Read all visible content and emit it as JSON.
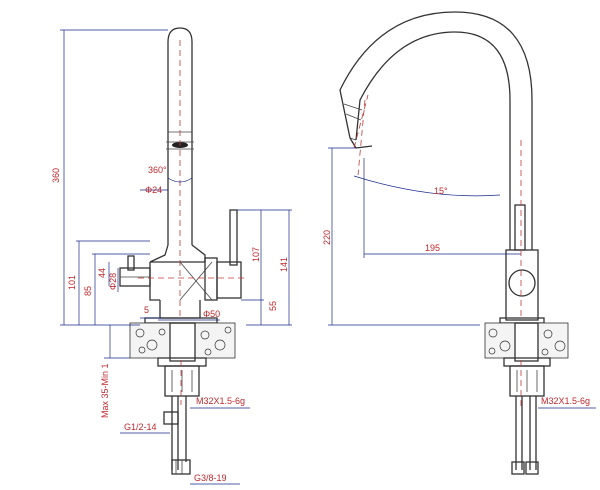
{
  "colors": {
    "dimension_text": "#c0282d",
    "dimension_line": "#1a2a8a",
    "outline": "#333333",
    "centerline": "#c23a3a"
  },
  "left_view": {
    "labels": {
      "total_height": "360",
      "rotation": "360°",
      "spout_dia": "Φ24",
      "h101": "101",
      "h85": "85",
      "h44": "44",
      "dia28": "Φ28",
      "h107": "107",
      "h141": "141",
      "h55": "55",
      "w5": "5",
      "base_dia": "Φ50",
      "max_thickness": "Max 35-Min 1",
      "shank_thread": "M32X1.5-6g",
      "inlet_thread": "G1/2-14",
      "hose_thread": "G3/8-19"
    }
  },
  "right_view": {
    "labels": {
      "angle": "15°",
      "h220": "220",
      "reach": "195",
      "shank_thread": "M32X1.5-6g"
    }
  }
}
